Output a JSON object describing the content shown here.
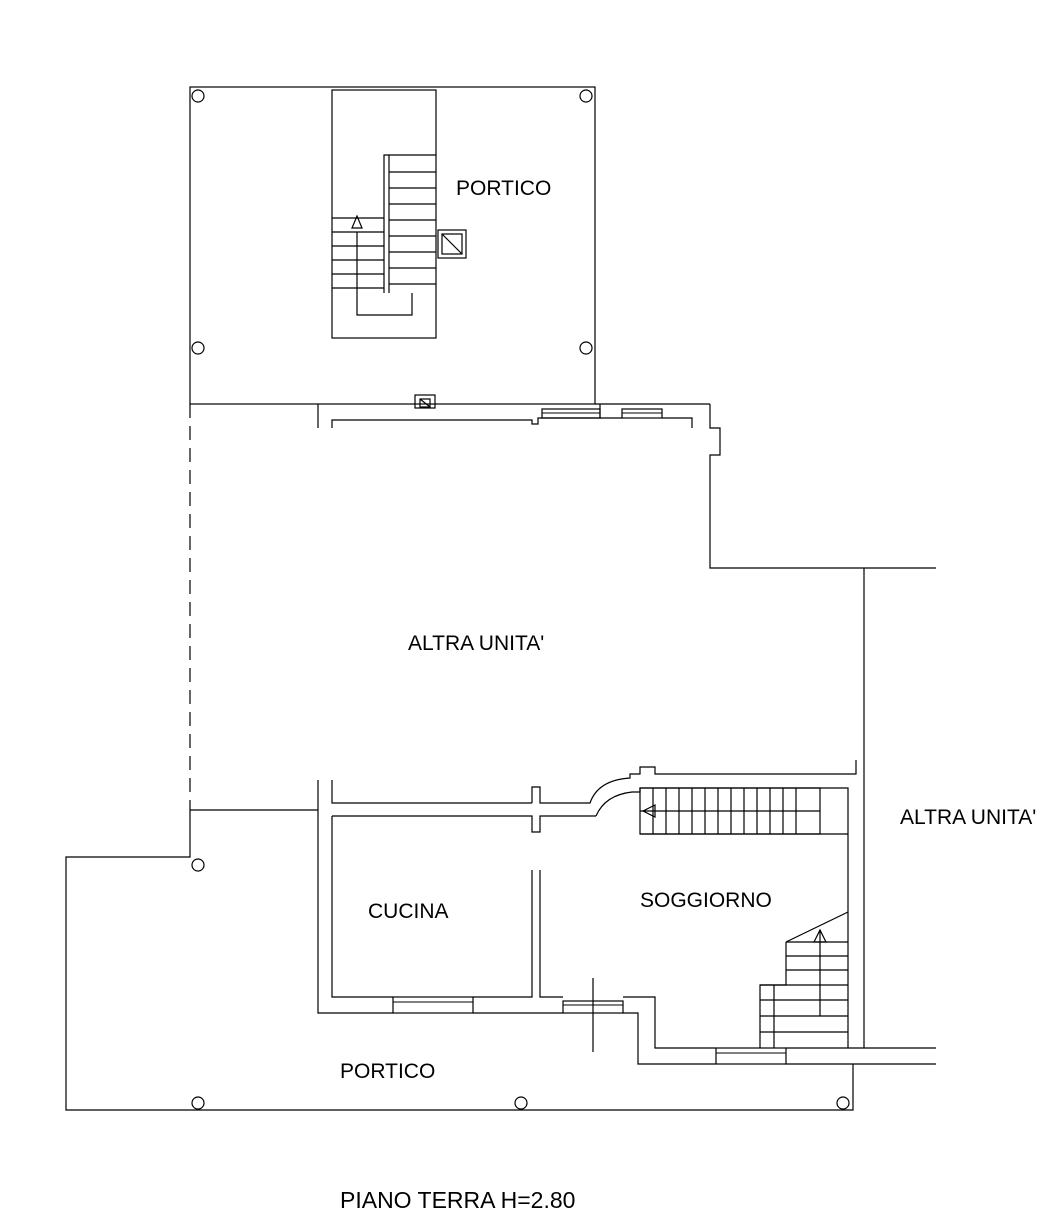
{
  "labels": {
    "portico_top": "PORTICO",
    "altra_unita_center": "ALTRA UNITA'",
    "altra_unita_right": "ALTRA UNITA'",
    "cucina": "CUCINA",
    "soggiorno": "SOGGIORNO",
    "portico_bottom": "PORTICO"
  },
  "caption": "PIANO TERRA  H=2.80"
}
